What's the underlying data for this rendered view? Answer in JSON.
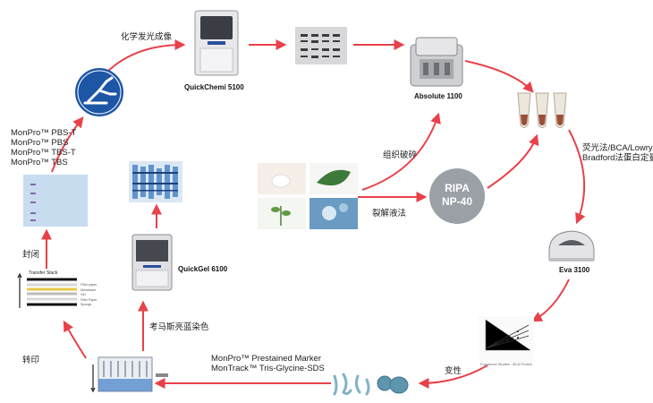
{
  "labels": {
    "chemiluminescence": "化学发光成像",
    "quickchemi": "QuickChemi 5100",
    "absolute": "Absolute 1100",
    "tissue_lysis": "组织破碎",
    "lysis_method": "裂解液法",
    "quantification": [
      "荧光法/BCA/Lowry/",
      "Bradford法蛋白定量"
    ],
    "eva": "Eva 3100",
    "denature": "变性",
    "marker": [
      "MonPro™ Prestained Marker",
      "MonTrack™ Tris-Glycine-SDS"
    ],
    "transfer": "转印",
    "coomassie": "考马斯亮蓝染色",
    "quickgel": "QuickGel 6100",
    "block": "封闭",
    "buffers": [
      "MonPro™ PBS-T",
      "MonPro™ PBS",
      "MonPro™ TBS-T",
      "MonPro™ TBS"
    ],
    "ripa": [
      "RIPA",
      "NP-40"
    ],
    "transfer_stack": "Transfer Stack",
    "stack_layers": [
      "Filter paper",
      "Membrane",
      "Gel",
      "Filter Paper",
      "Sponge"
    ],
    "std_curve_caption": "Functional Studies : BCA Protein"
  },
  "colors": {
    "arrow": "#e8414a",
    "ripa_circle": "#9aa0a6",
    "antibody_circle": "#1e56a6",
    "gel_blue": "#4a86c8"
  }
}
